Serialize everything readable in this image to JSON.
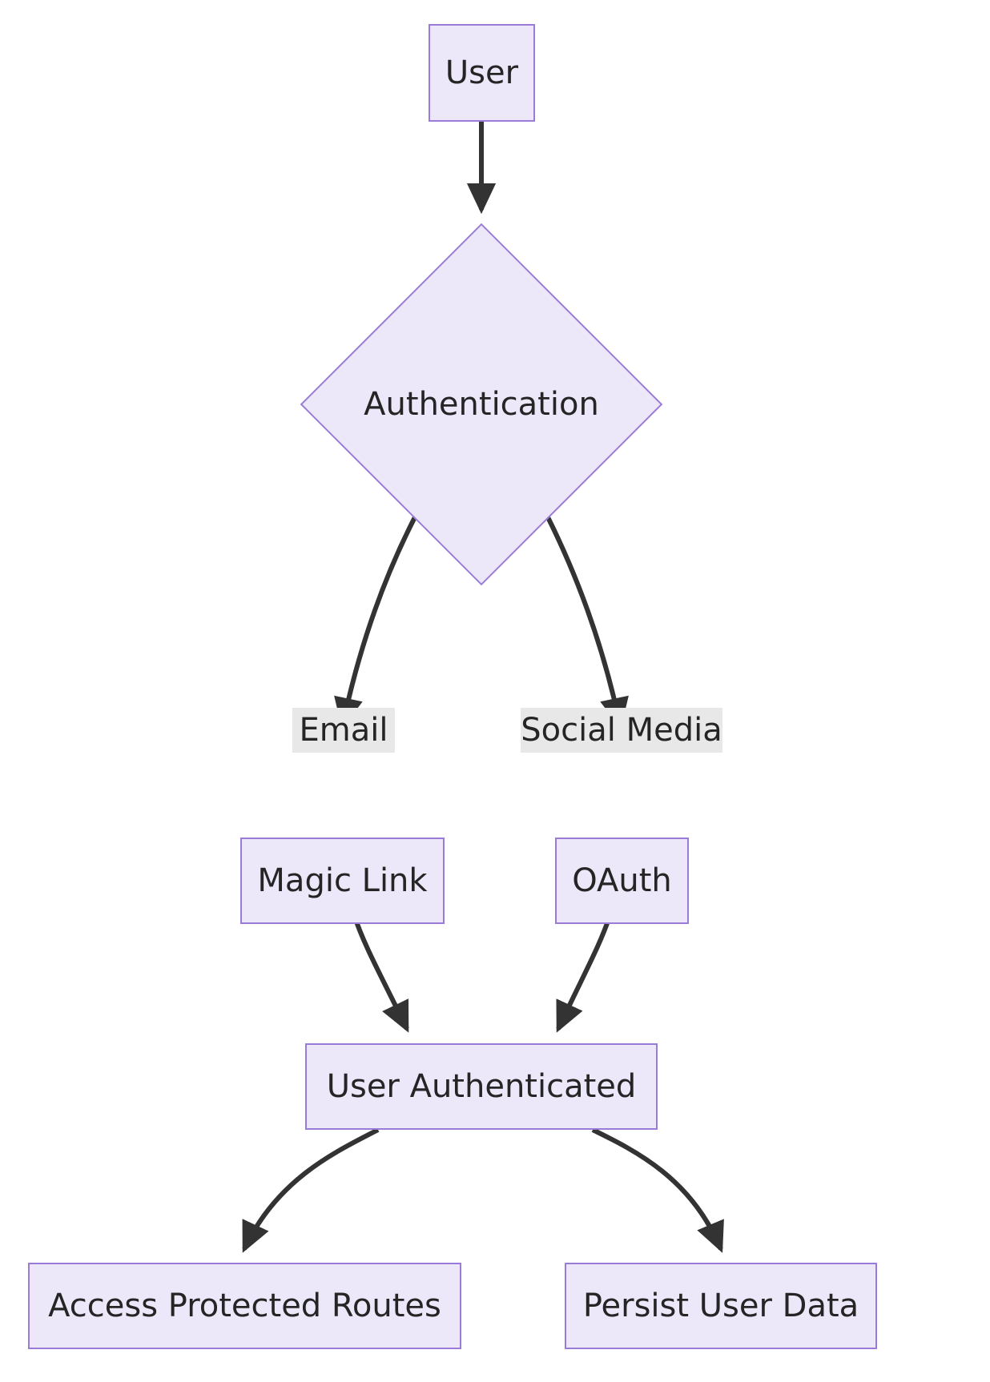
{
  "diagram": {
    "type": "flowchart",
    "direction": "top-to-bottom",
    "theme": {
      "node_fill": "#ECE8FA",
      "node_border": "#9A7CD8",
      "node_text": "#252525",
      "edge_stroke": "#333333",
      "edge_label_bg": "#E8E8E8",
      "background": "#FFFFFF"
    },
    "nodes": [
      {
        "id": "user",
        "label": "User",
        "shape": "rect"
      },
      {
        "id": "auth",
        "label": "Authentication",
        "shape": "diamond"
      },
      {
        "id": "magiclink",
        "label": "Magic Link",
        "shape": "rect"
      },
      {
        "id": "oauth",
        "label": "OAuth",
        "shape": "rect"
      },
      {
        "id": "authed",
        "label": "User Authenticated",
        "shape": "rect"
      },
      {
        "id": "routes",
        "label": "Access Protected Routes",
        "shape": "rect"
      },
      {
        "id": "persist",
        "label": "Persist User Data",
        "shape": "rect"
      }
    ],
    "edges": [
      {
        "from": "user",
        "to": "auth",
        "label": ""
      },
      {
        "from": "auth",
        "to": "magiclink",
        "label": "Email"
      },
      {
        "from": "auth",
        "to": "oauth",
        "label": "Social Media"
      },
      {
        "from": "magiclink",
        "to": "authed",
        "label": ""
      },
      {
        "from": "oauth",
        "to": "authed",
        "label": ""
      },
      {
        "from": "authed",
        "to": "routes",
        "label": ""
      },
      {
        "from": "authed",
        "to": "persist",
        "label": ""
      }
    ]
  }
}
